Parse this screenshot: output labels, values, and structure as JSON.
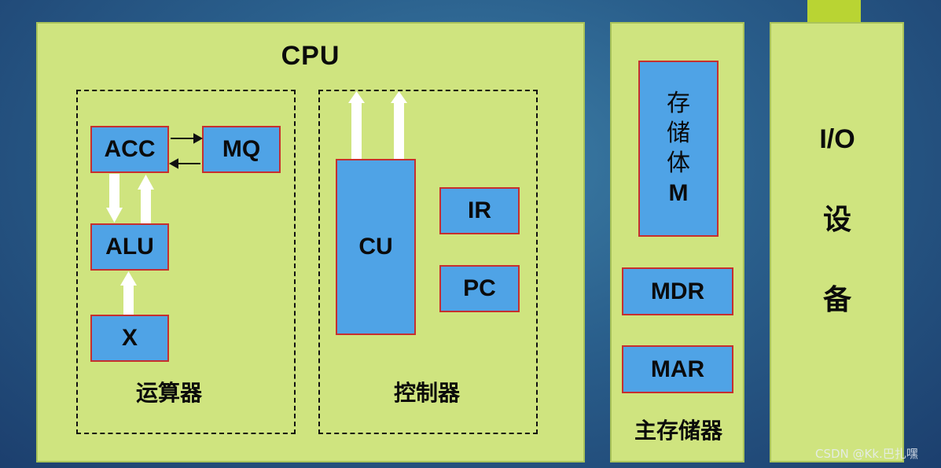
{
  "cpu": {
    "title": "CPU",
    "alu_group": {
      "label": "运算器",
      "acc": "ACC",
      "mq": "MQ",
      "alu": "ALU",
      "x": "X"
    },
    "cu_group": {
      "label": "控制器",
      "cu": "CU",
      "ir": "IR",
      "pc": "PC"
    }
  },
  "memory": {
    "label": "主存储器",
    "body_lines": [
      "存",
      "储",
      "体",
      "M"
    ],
    "mdr": "MDR",
    "mar": "MAR"
  },
  "io": {
    "lines": [
      "I/O",
      "设",
      "备"
    ]
  },
  "watermark": "CSDN @Kk.巴扎嘿",
  "colors": {
    "panel": "#cfe47f",
    "register_fill": "#4fa3e6",
    "register_border": "#c62f2f",
    "background": "#2a5f8c",
    "accent_tab": "#b9d433"
  }
}
